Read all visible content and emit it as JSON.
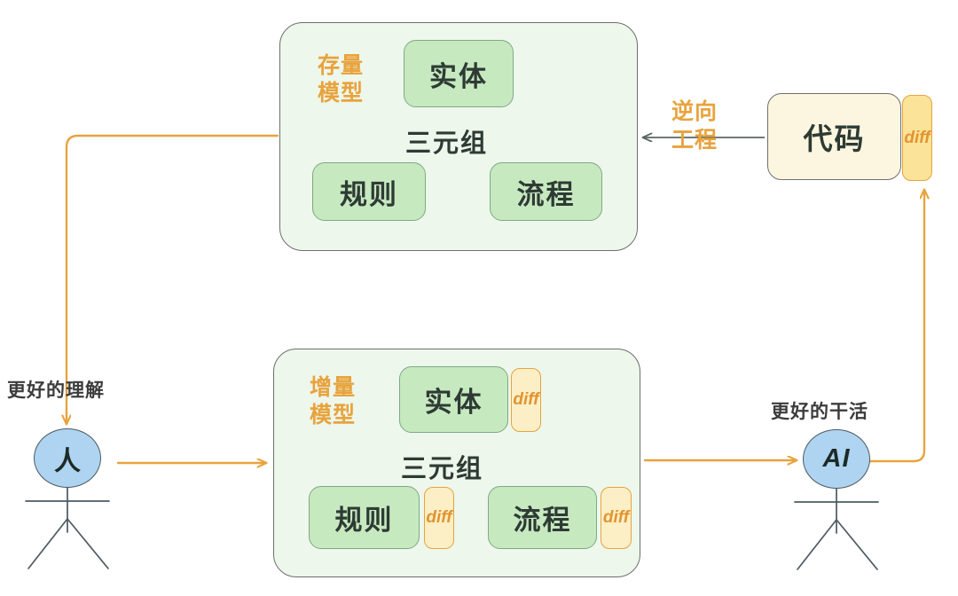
{
  "diagram": {
    "title": "存量模型 / 增量模型 与 代码 的 diff 循环图",
    "colors": {
      "panel_fill": "#EDF7EC",
      "panel_border": "#6E6E6E",
      "node_fill": "#C7E9C0",
      "node_border": "#7FA884",
      "diff_fill": "#FCEFC6",
      "diff_border": "#E8A33D",
      "diff_text": "#E2942F",
      "code_fill": "#FCF6E0",
      "actor_fill": "#AED4F2",
      "actor_border": "#4C5A63",
      "arrow_orange": "#E8A33D",
      "link_gray": "#5C6660",
      "text_dark": "#2E3B34"
    }
  },
  "panels": {
    "stock": {
      "title": "存量\n模型",
      "center_label": "三元组",
      "nodes": {
        "entity": "实体",
        "rule": "规则",
        "flow": "流程"
      }
    },
    "incremental": {
      "title": "增量\n模型",
      "center_label": "三元组",
      "nodes": {
        "entity": "实体",
        "rule": "规则",
        "flow": "流程"
      },
      "diff_badges": {
        "entity": "diff",
        "rule": "diff",
        "flow": "diff"
      }
    }
  },
  "code": {
    "label": "代码",
    "diff_badge": "diff"
  },
  "actors": {
    "human": "人",
    "ai": "AI"
  },
  "arrows": {
    "reverse_engineering": "逆向\n工程",
    "better_understanding": "更好的理解",
    "better_work": "更好的干活"
  }
}
